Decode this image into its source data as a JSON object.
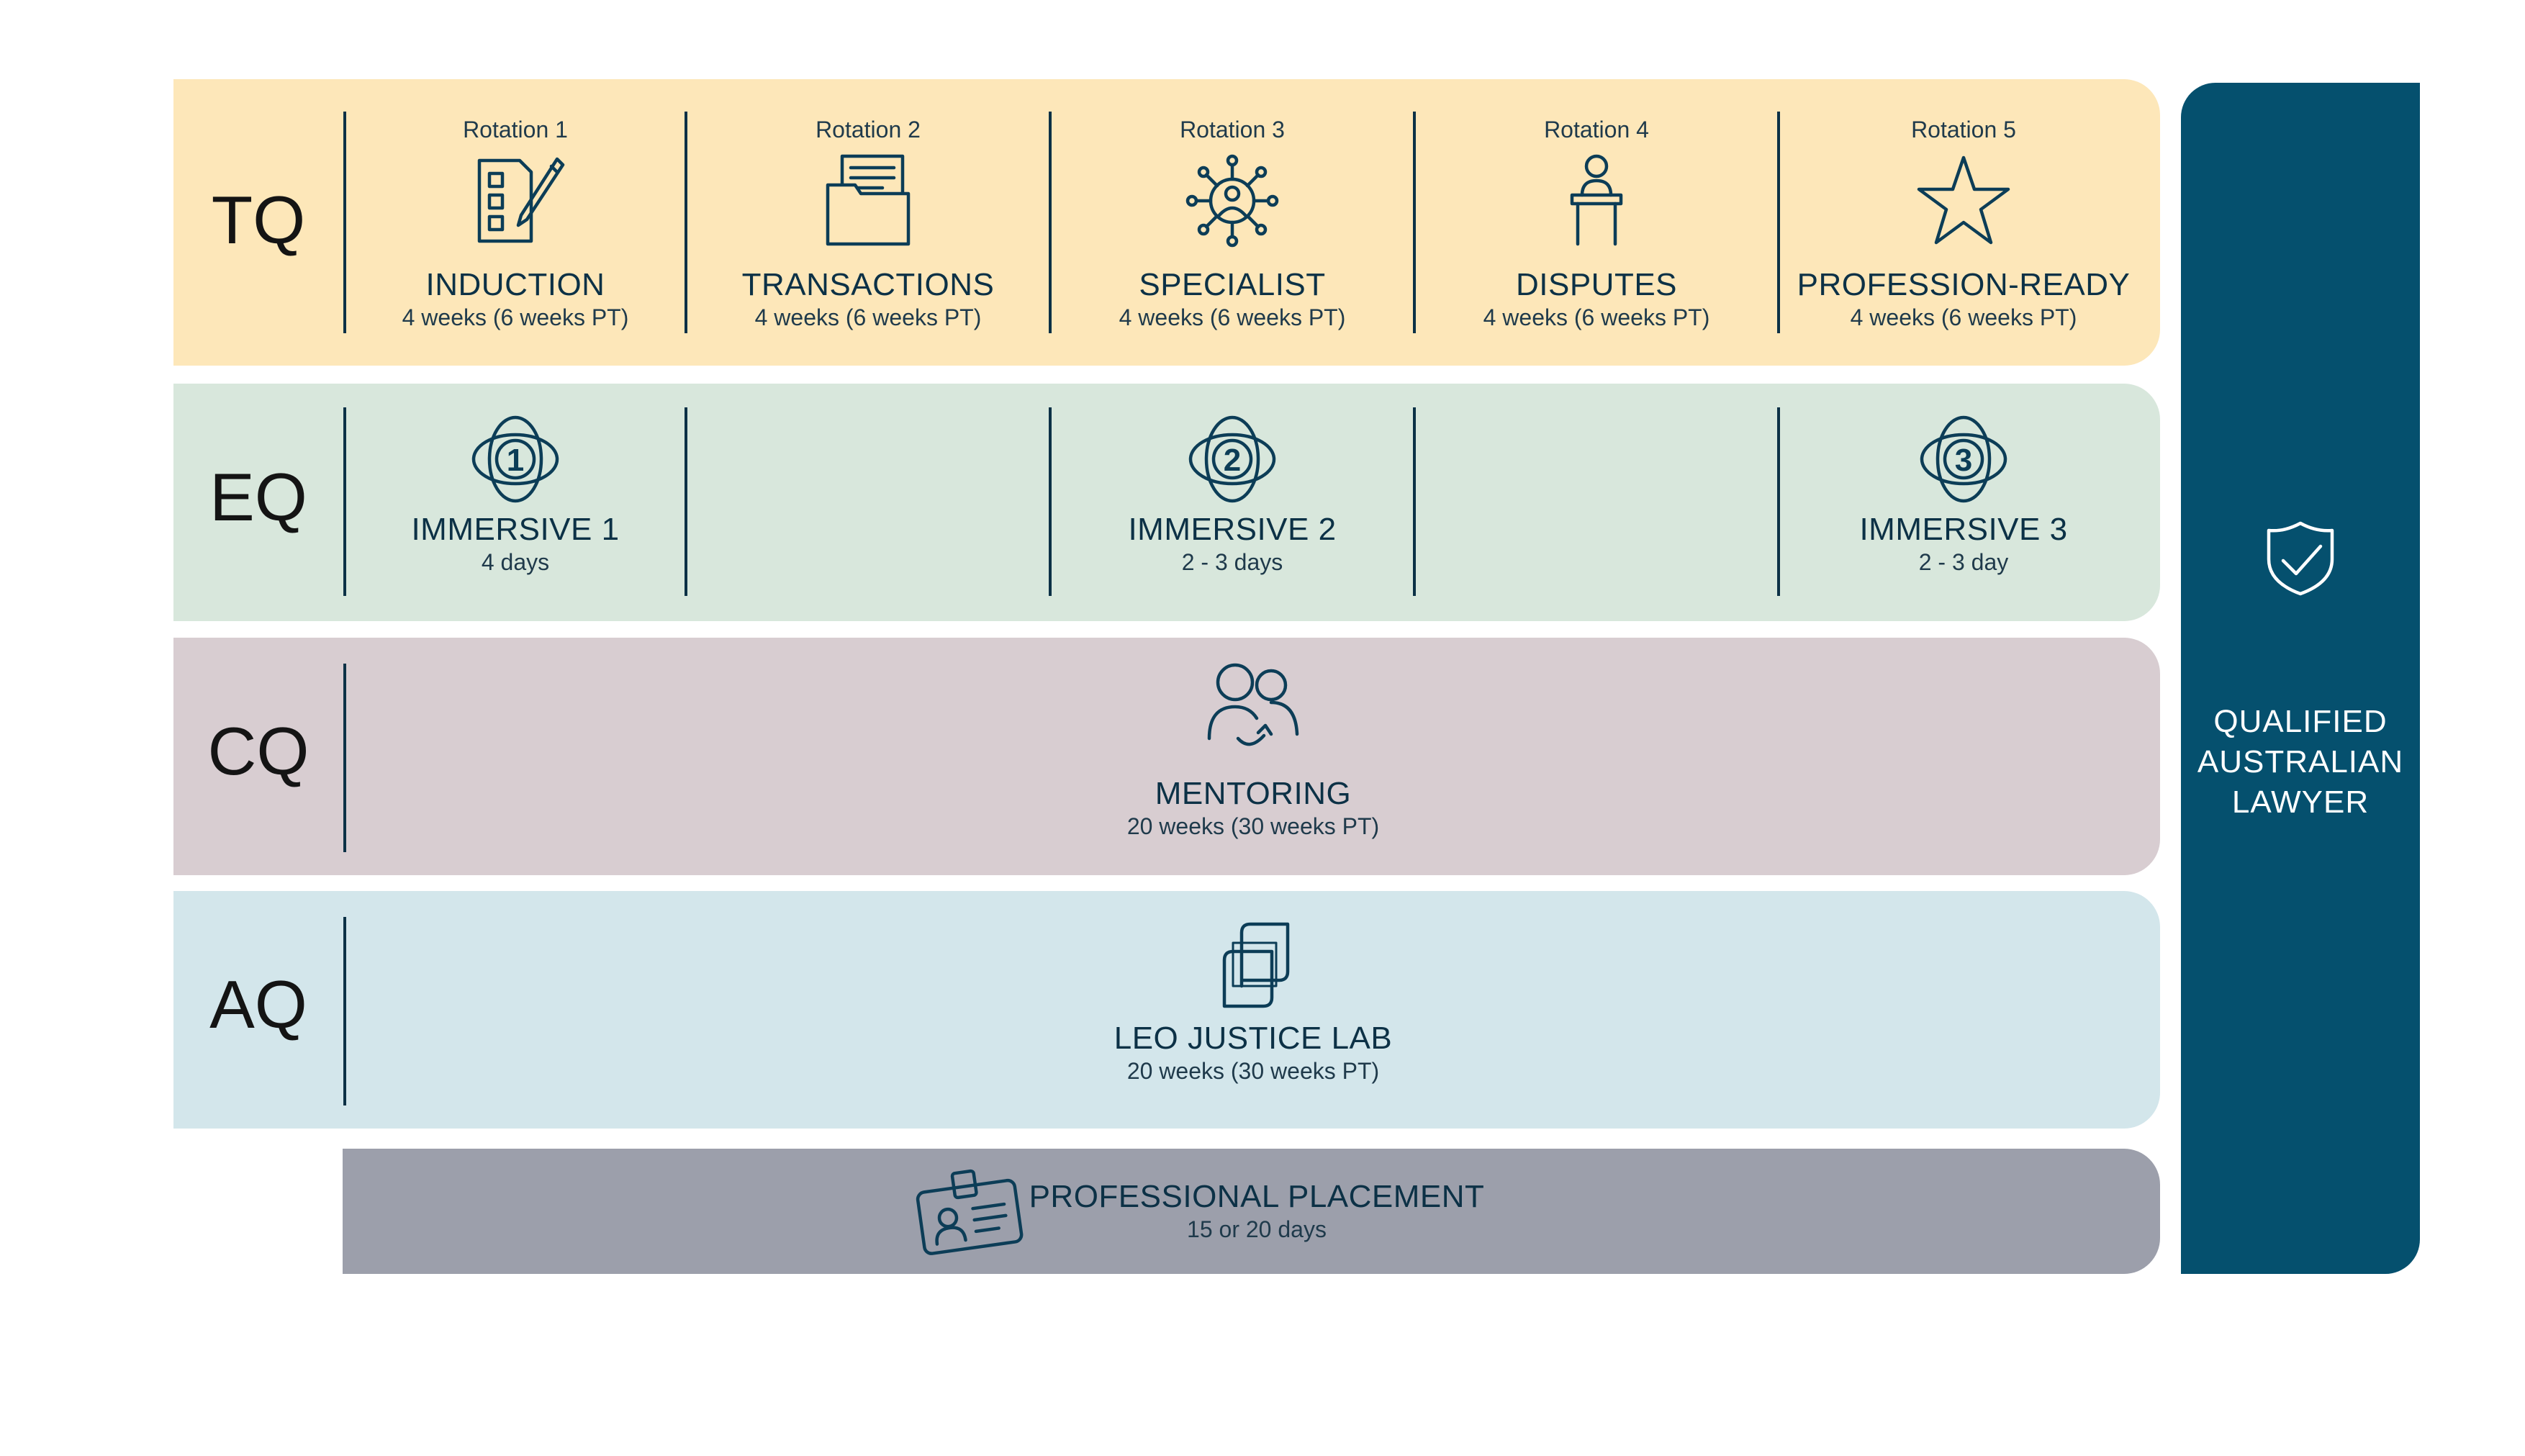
{
  "rows": {
    "tq": {
      "label": "TQ",
      "color": "#fde7b9",
      "rotations": [
        {
          "rotation": "Rotation 1",
          "title": "INDUCTION",
          "duration": "4 weeks (6 weeks PT)",
          "icon": "checklist-pen-icon"
        },
        {
          "rotation": "Rotation 2",
          "title": "TRANSACTIONS",
          "duration": "4 weeks (6 weeks PT)",
          "icon": "folder-document-icon"
        },
        {
          "rotation": "Rotation 3",
          "title": "SPECIALIST",
          "duration": "4 weeks (6 weeks PT)",
          "icon": "network-person-icon"
        },
        {
          "rotation": "Rotation 4",
          "title": "DISPUTES",
          "duration": "4 weeks (6 weeks PT)",
          "icon": "person-at-lectern-icon"
        },
        {
          "rotation": "Rotation 5",
          "title": "PROFESSION-READY",
          "duration": "4 weeks (6 weeks PT)",
          "icon": "star-icon"
        }
      ]
    },
    "eq": {
      "label": "EQ",
      "color": "#d8e7dc",
      "items": [
        {
          "number": "1",
          "title": "IMMERSIVE 1",
          "duration": "4 days",
          "icon": "orbit-number-icon"
        },
        {
          "number": "2",
          "title": "IMMERSIVE 2",
          "duration": "2 - 3 days",
          "icon": "orbit-number-icon"
        },
        {
          "number": "3",
          "title": "IMMERSIVE 3",
          "duration": "2 - 3 day",
          "icon": "orbit-number-icon"
        }
      ]
    },
    "cq": {
      "label": "CQ",
      "color": "#d8cdd1",
      "title": "MENTORING",
      "duration": "20 weeks (30 weeks PT)",
      "icon": "two-people-exchange-icon"
    },
    "aq": {
      "label": "AQ",
      "color": "#d3e6eb",
      "title": "LEO JUSTICE LAB",
      "duration": "20 weeks (30 weeks PT)",
      "icon": "overlapping-squares-icon"
    },
    "placement": {
      "color": "#9c9fab",
      "title": "PROFESSIONAL PLACEMENT",
      "duration": "15 or 20 days",
      "icon": "id-badge-icon"
    }
  },
  "final": {
    "color": "#05506e",
    "lines": [
      "QUALIFIED",
      "AUSTRALIAN",
      "LAWYER"
    ],
    "icon": "shield-check-icon"
  }
}
